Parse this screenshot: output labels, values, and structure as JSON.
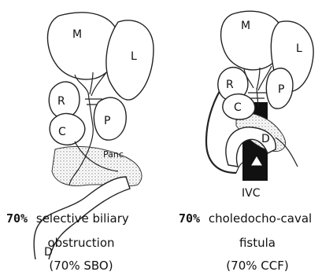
{
  "left_panel": {
    "organ_labels": {
      "M": "M",
      "L": "L",
      "R": "R",
      "P": "P",
      "C": "C",
      "D": "D",
      "panc": "Panc"
    },
    "caption": {
      "line1_pct": "70%",
      "line1_text": "selective biliary",
      "line2": "obstruction",
      "line3": "(70% SBO)"
    }
  },
  "right_panel": {
    "organ_labels": {
      "M": "M",
      "L": "L",
      "R": "R",
      "P": "P",
      "C": "C",
      "D": "D",
      "ivc": "IVC"
    },
    "caption": {
      "line1_pct": "70%",
      "line1_text": "choledocho-caval",
      "line2": "fistula",
      "line3": "(70% CCF)"
    }
  }
}
